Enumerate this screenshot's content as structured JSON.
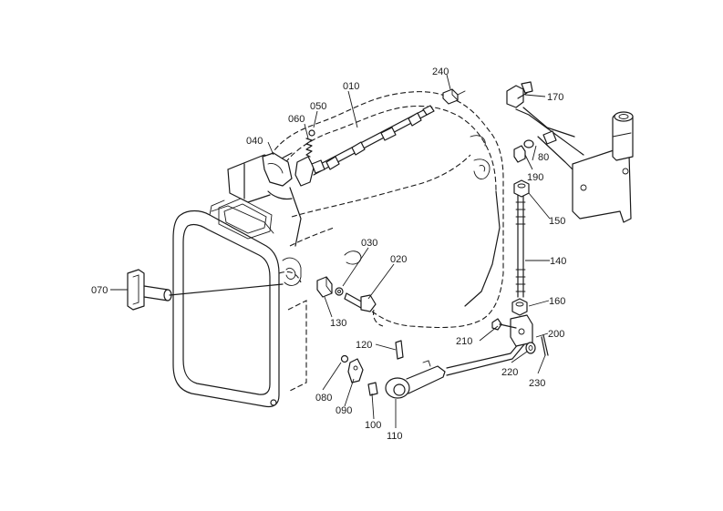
{
  "labels": {
    "p010": "010",
    "p020": "020",
    "p030": "030",
    "p040": "040",
    "p050": "050",
    "p060": "060",
    "p070": "070",
    "p080a": "080",
    "p080b": "80",
    "p090": "090",
    "p100": "100",
    "p110": "110",
    "p120": "120",
    "p130": "130",
    "p140": "140",
    "p150": "150",
    "p160": "160",
    "p170": "170",
    "p190": "190",
    "p200": "200",
    "p210": "210",
    "p220": "220",
    "p230": "230",
    "p240": "240"
  }
}
